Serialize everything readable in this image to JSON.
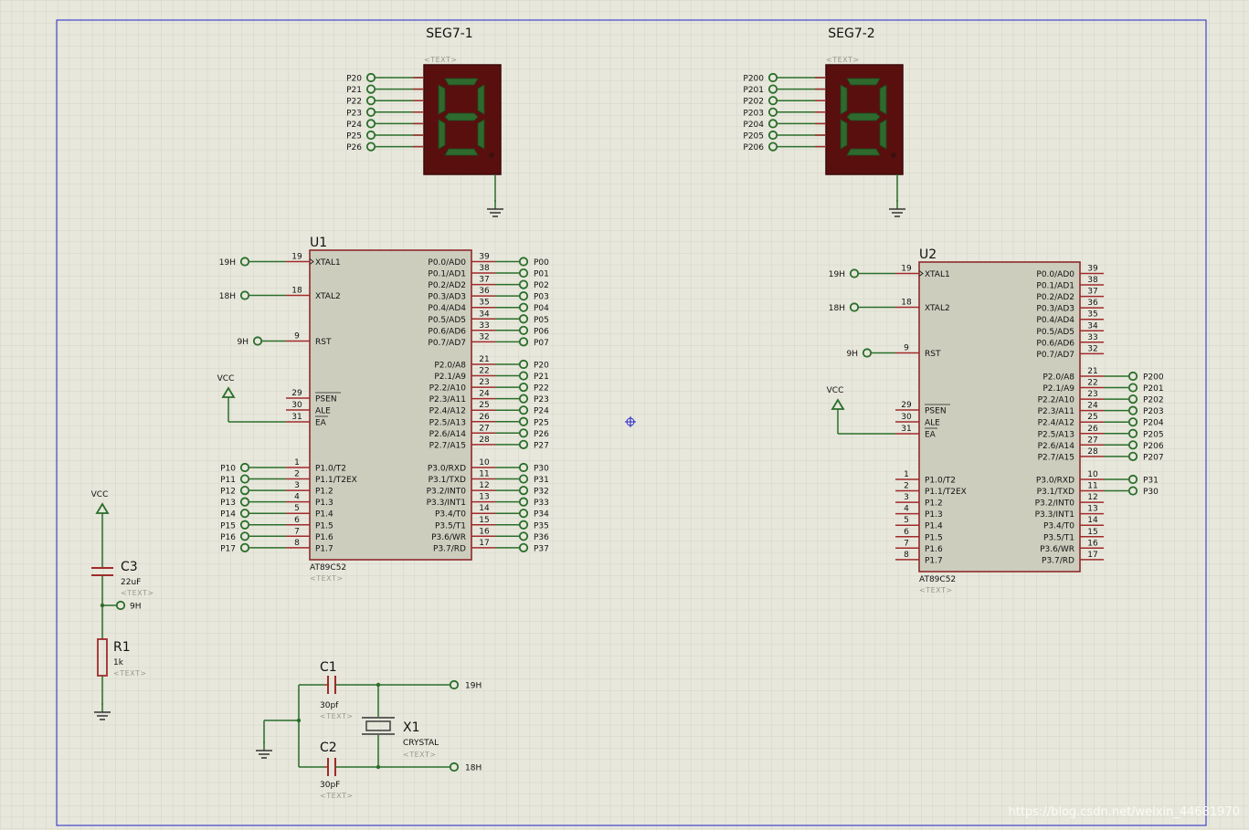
{
  "colors": {
    "background": "#e7e7dc",
    "grid_minor": "#d3d3c6",
    "grid_major": "#c4c4b6",
    "border": "#2323c8",
    "wire": "#2a6e2a",
    "pin": "#a12a2a",
    "chip_fill": "#cdcdbe",
    "chip_stroke": "#8e2a2a",
    "seg_body": "#5a0f0f",
    "seg_on": "#2e6a2e"
  },
  "watermark": "https://blog.csdn.net/weixin_44681970",
  "text_placeholder": "<TEXT>",
  "seg1": {
    "ref": "SEG7-1",
    "digit": "8",
    "nets": [
      "P20",
      "P21",
      "P22",
      "P23",
      "P24",
      "P25",
      "P26"
    ]
  },
  "seg2": {
    "ref": "SEG7-2",
    "digit": "8",
    "nets": [
      "P200",
      "P201",
      "P202",
      "P203",
      "P204",
      "P205",
      "P206"
    ]
  },
  "u1": {
    "ref": "U1",
    "part": "AT89C52",
    "left_top": [
      {
        "num": "19",
        "name": "XTAL1",
        "net": "19H"
      },
      {
        "num": "18",
        "name": "XTAL2",
        "net": "18H"
      },
      {
        "num": "9",
        "name": "RST",
        "net": "9H"
      }
    ],
    "left_ctrl": [
      {
        "num": "29",
        "name": "PSEN"
      },
      {
        "num": "30",
        "name": "ALE"
      },
      {
        "num": "31",
        "name": "EA"
      }
    ],
    "vcc": "VCC",
    "left_p1": [
      {
        "num": "1",
        "name": "P1.0/T2",
        "net": "P10"
      },
      {
        "num": "2",
        "name": "P1.1/T2EX",
        "net": "P11"
      },
      {
        "num": "3",
        "name": "P1.2",
        "net": "P12"
      },
      {
        "num": "4",
        "name": "P1.3",
        "net": "P13"
      },
      {
        "num": "5",
        "name": "P1.4",
        "net": "P14"
      },
      {
        "num": "6",
        "name": "P1.5",
        "net": "P15"
      },
      {
        "num": "7",
        "name": "P1.6",
        "net": "P16"
      },
      {
        "num": "8",
        "name": "P1.7",
        "net": "P17"
      }
    ],
    "right_p0": [
      {
        "num": "39",
        "name": "P0.0/AD0",
        "net": "P00"
      },
      {
        "num": "38",
        "name": "P0.1/AD1",
        "net": "P01"
      },
      {
        "num": "37",
        "name": "P0.2/AD2",
        "net": "P02"
      },
      {
        "num": "36",
        "name": "P0.3/AD3",
        "net": "P03"
      },
      {
        "num": "35",
        "name": "P0.4/AD4",
        "net": "P04"
      },
      {
        "num": "34",
        "name": "P0.5/AD5",
        "net": "P05"
      },
      {
        "num": "33",
        "name": "P0.6/AD6",
        "net": "P06"
      },
      {
        "num": "32",
        "name": "P0.7/AD7",
        "net": "P07"
      }
    ],
    "right_p2": [
      {
        "num": "21",
        "name": "P2.0/A8",
        "net": "P20"
      },
      {
        "num": "22",
        "name": "P2.1/A9",
        "net": "P21"
      },
      {
        "num": "23",
        "name": "P2.2/A10",
        "net": "P22"
      },
      {
        "num": "24",
        "name": "P2.3/A11",
        "net": "P23"
      },
      {
        "num": "25",
        "name": "P2.4/A12",
        "net": "P24"
      },
      {
        "num": "26",
        "name": "P2.5/A13",
        "net": "P25"
      },
      {
        "num": "27",
        "name": "P2.6/A14",
        "net": "P26"
      },
      {
        "num": "28",
        "name": "P2.7/A15",
        "net": "P27"
      }
    ],
    "right_p3": [
      {
        "num": "10",
        "name": "P3.0/RXD",
        "net": "P30"
      },
      {
        "num": "11",
        "name": "P3.1/TXD",
        "net": "P31"
      },
      {
        "num": "12",
        "name": "P3.2/INT0",
        "net": "P32"
      },
      {
        "num": "13",
        "name": "P3.3/INT1",
        "net": "P33"
      },
      {
        "num": "14",
        "name": "P3.4/T0",
        "net": "P34"
      },
      {
        "num": "15",
        "name": "P3.5/T1",
        "net": "P35"
      },
      {
        "num": "16",
        "name": "P3.6/WR",
        "net": "P36"
      },
      {
        "num": "17",
        "name": "P3.7/RD",
        "net": "P37"
      }
    ]
  },
  "u2": {
    "ref": "U2",
    "part": "AT89C52",
    "left_top": [
      {
        "num": "19",
        "name": "XTAL1",
        "net": "19H"
      },
      {
        "num": "18",
        "name": "XTAL2",
        "net": "18H"
      },
      {
        "num": "9",
        "name": "RST",
        "net": "9H"
      }
    ],
    "left_ctrl": [
      {
        "num": "29",
        "name": "PSEN"
      },
      {
        "num": "30",
        "name": "ALE"
      },
      {
        "num": "31",
        "name": "EA"
      }
    ],
    "vcc": "VCC",
    "left_p1": [
      {
        "num": "1",
        "name": "P1.0/T2",
        "net": ""
      },
      {
        "num": "2",
        "name": "P1.1/T2EX",
        "net": ""
      },
      {
        "num": "3",
        "name": "P1.2",
        "net": ""
      },
      {
        "num": "4",
        "name": "P1.3",
        "net": ""
      },
      {
        "num": "5",
        "name": "P1.4",
        "net": ""
      },
      {
        "num": "6",
        "name": "P1.5",
        "net": ""
      },
      {
        "num": "7",
        "name": "P1.6",
        "net": ""
      },
      {
        "num": "8",
        "name": "P1.7",
        "net": ""
      }
    ],
    "right_p0": [
      {
        "num": "39",
        "name": "P0.0/AD0",
        "net": ""
      },
      {
        "num": "38",
        "name": "P0.1/AD1",
        "net": ""
      },
      {
        "num": "37",
        "name": "P0.2/AD2",
        "net": ""
      },
      {
        "num": "36",
        "name": "P0.3/AD3",
        "net": ""
      },
      {
        "num": "35",
        "name": "P0.4/AD4",
        "net": ""
      },
      {
        "num": "34",
        "name": "P0.5/AD5",
        "net": ""
      },
      {
        "num": "33",
        "name": "P0.6/AD6",
        "net": ""
      },
      {
        "num": "32",
        "name": "P0.7/AD7",
        "net": ""
      }
    ],
    "right_p2": [
      {
        "num": "21",
        "name": "P2.0/A8",
        "net": "P200"
      },
      {
        "num": "22",
        "name": "P2.1/A9",
        "net": "P201"
      },
      {
        "num": "23",
        "name": "P2.2/A10",
        "net": "P202"
      },
      {
        "num": "24",
        "name": "P2.3/A11",
        "net": "P203"
      },
      {
        "num": "25",
        "name": "P2.4/A12",
        "net": "P204"
      },
      {
        "num": "26",
        "name": "P2.5/A13",
        "net": "P205"
      },
      {
        "num": "27",
        "name": "P2.6/A14",
        "net": "P206"
      },
      {
        "num": "28",
        "name": "P2.7/A15",
        "net": "P207"
      }
    ],
    "right_p3": [
      {
        "num": "10",
        "name": "P3.0/RXD",
        "net": "P31"
      },
      {
        "num": "11",
        "name": "P3.1/TXD",
        "net": "P30"
      },
      {
        "num": "12",
        "name": "P3.2/INT0",
        "net": ""
      },
      {
        "num": "13",
        "name": "P3.3/INT1",
        "net": ""
      },
      {
        "num": "14",
        "name": "P3.4/T0",
        "net": ""
      },
      {
        "num": "15",
        "name": "P3.5/T1",
        "net": ""
      },
      {
        "num": "16",
        "name": "P3.6/WR",
        "net": ""
      },
      {
        "num": "17",
        "name": "P3.7/RD",
        "net": ""
      }
    ]
  },
  "reset_circuit": {
    "vcc": "VCC",
    "cap_ref": "C3",
    "cap_value": "22uF",
    "res_ref": "R1",
    "res_value": "1k",
    "net": "9H"
  },
  "osc_circuit": {
    "c1_ref": "C1",
    "c1_value": "30pf",
    "c2_ref": "C2",
    "c2_value": "30pF",
    "x_ref": "X1",
    "x_value": "CRYSTAL",
    "net_top": "19H",
    "net_bottom": "18H"
  }
}
